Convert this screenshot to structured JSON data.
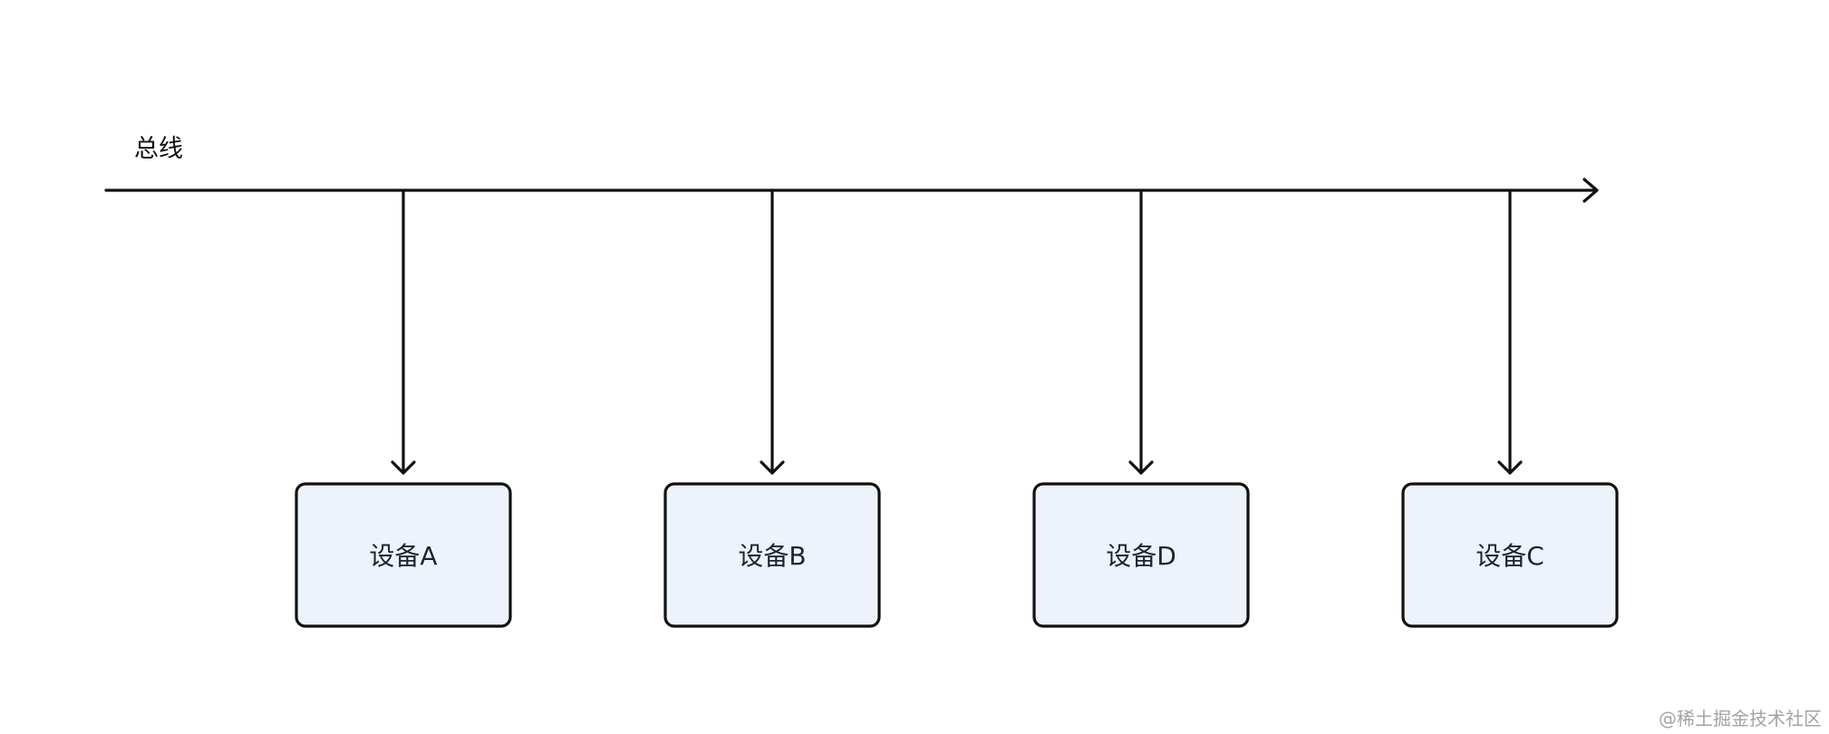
{
  "bus": {
    "label": "总线"
  },
  "devices": [
    {
      "label": "设备A"
    },
    {
      "label": "设备B"
    },
    {
      "label": "设备D"
    },
    {
      "label": "设备C"
    }
  ],
  "watermark": "@稀土掘金技术社区",
  "colors": {
    "line": "#111111",
    "device_fill": "#eef3fb",
    "device_text": "#1d2433",
    "watermark": "#a3a3a3"
  }
}
